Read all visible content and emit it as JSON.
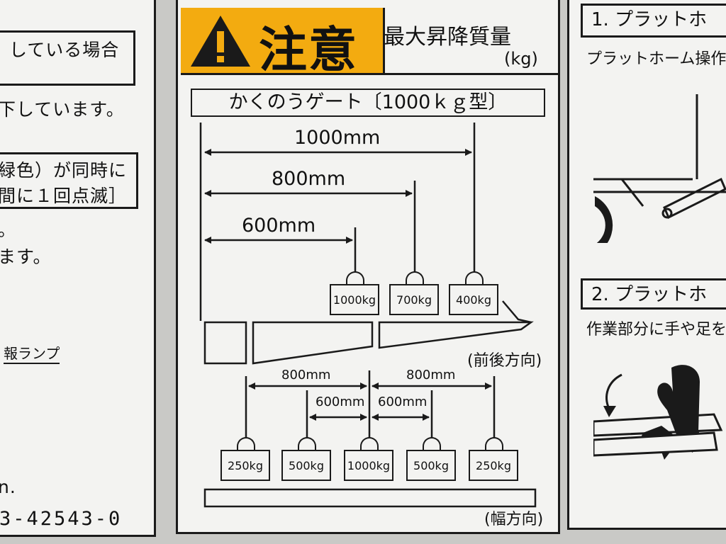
{
  "left_panel": {
    "line1": "している場合",
    "line2": "下しています。",
    "line3": "緑色）が同時に",
    "line4": "間に１回点滅］",
    "line5": "。",
    "line6": "ます。",
    "line7": "報ランプ",
    "line8": "n.",
    "part_number": "3-42543-0"
  },
  "center_panel": {
    "caution_label": "注意",
    "title": "最大昇降質量",
    "unit": "(kg)",
    "gate_model": "かくのうゲート〔1000ｋｇ型〕",
    "front_rear": {
      "distances": [
        "1000mm",
        "800mm",
        "600mm"
      ],
      "weights": [
        "1000kg",
        "700kg",
        "400kg"
      ],
      "direction_label": "(前後方向)"
    },
    "width": {
      "distances_outer": [
        "800mm",
        "800mm"
      ],
      "distances_inner": [
        "600mm",
        "600mm"
      ],
      "weights": [
        "250kg",
        "500kg",
        "1000kg",
        "500kg",
        "250kg"
      ],
      "direction_label": "(幅方向)"
    }
  },
  "right_panel": {
    "section1_title": "1. プラットホ",
    "section1_text": "プラットホーム操作",
    "section2_title": "2. プラットホ",
    "section2_text": "作業部分に手や足を"
  },
  "colors": {
    "caution_yellow": "#f3ab10",
    "ink": "#1a1a1a",
    "label_white": "#f3f3f1"
  }
}
